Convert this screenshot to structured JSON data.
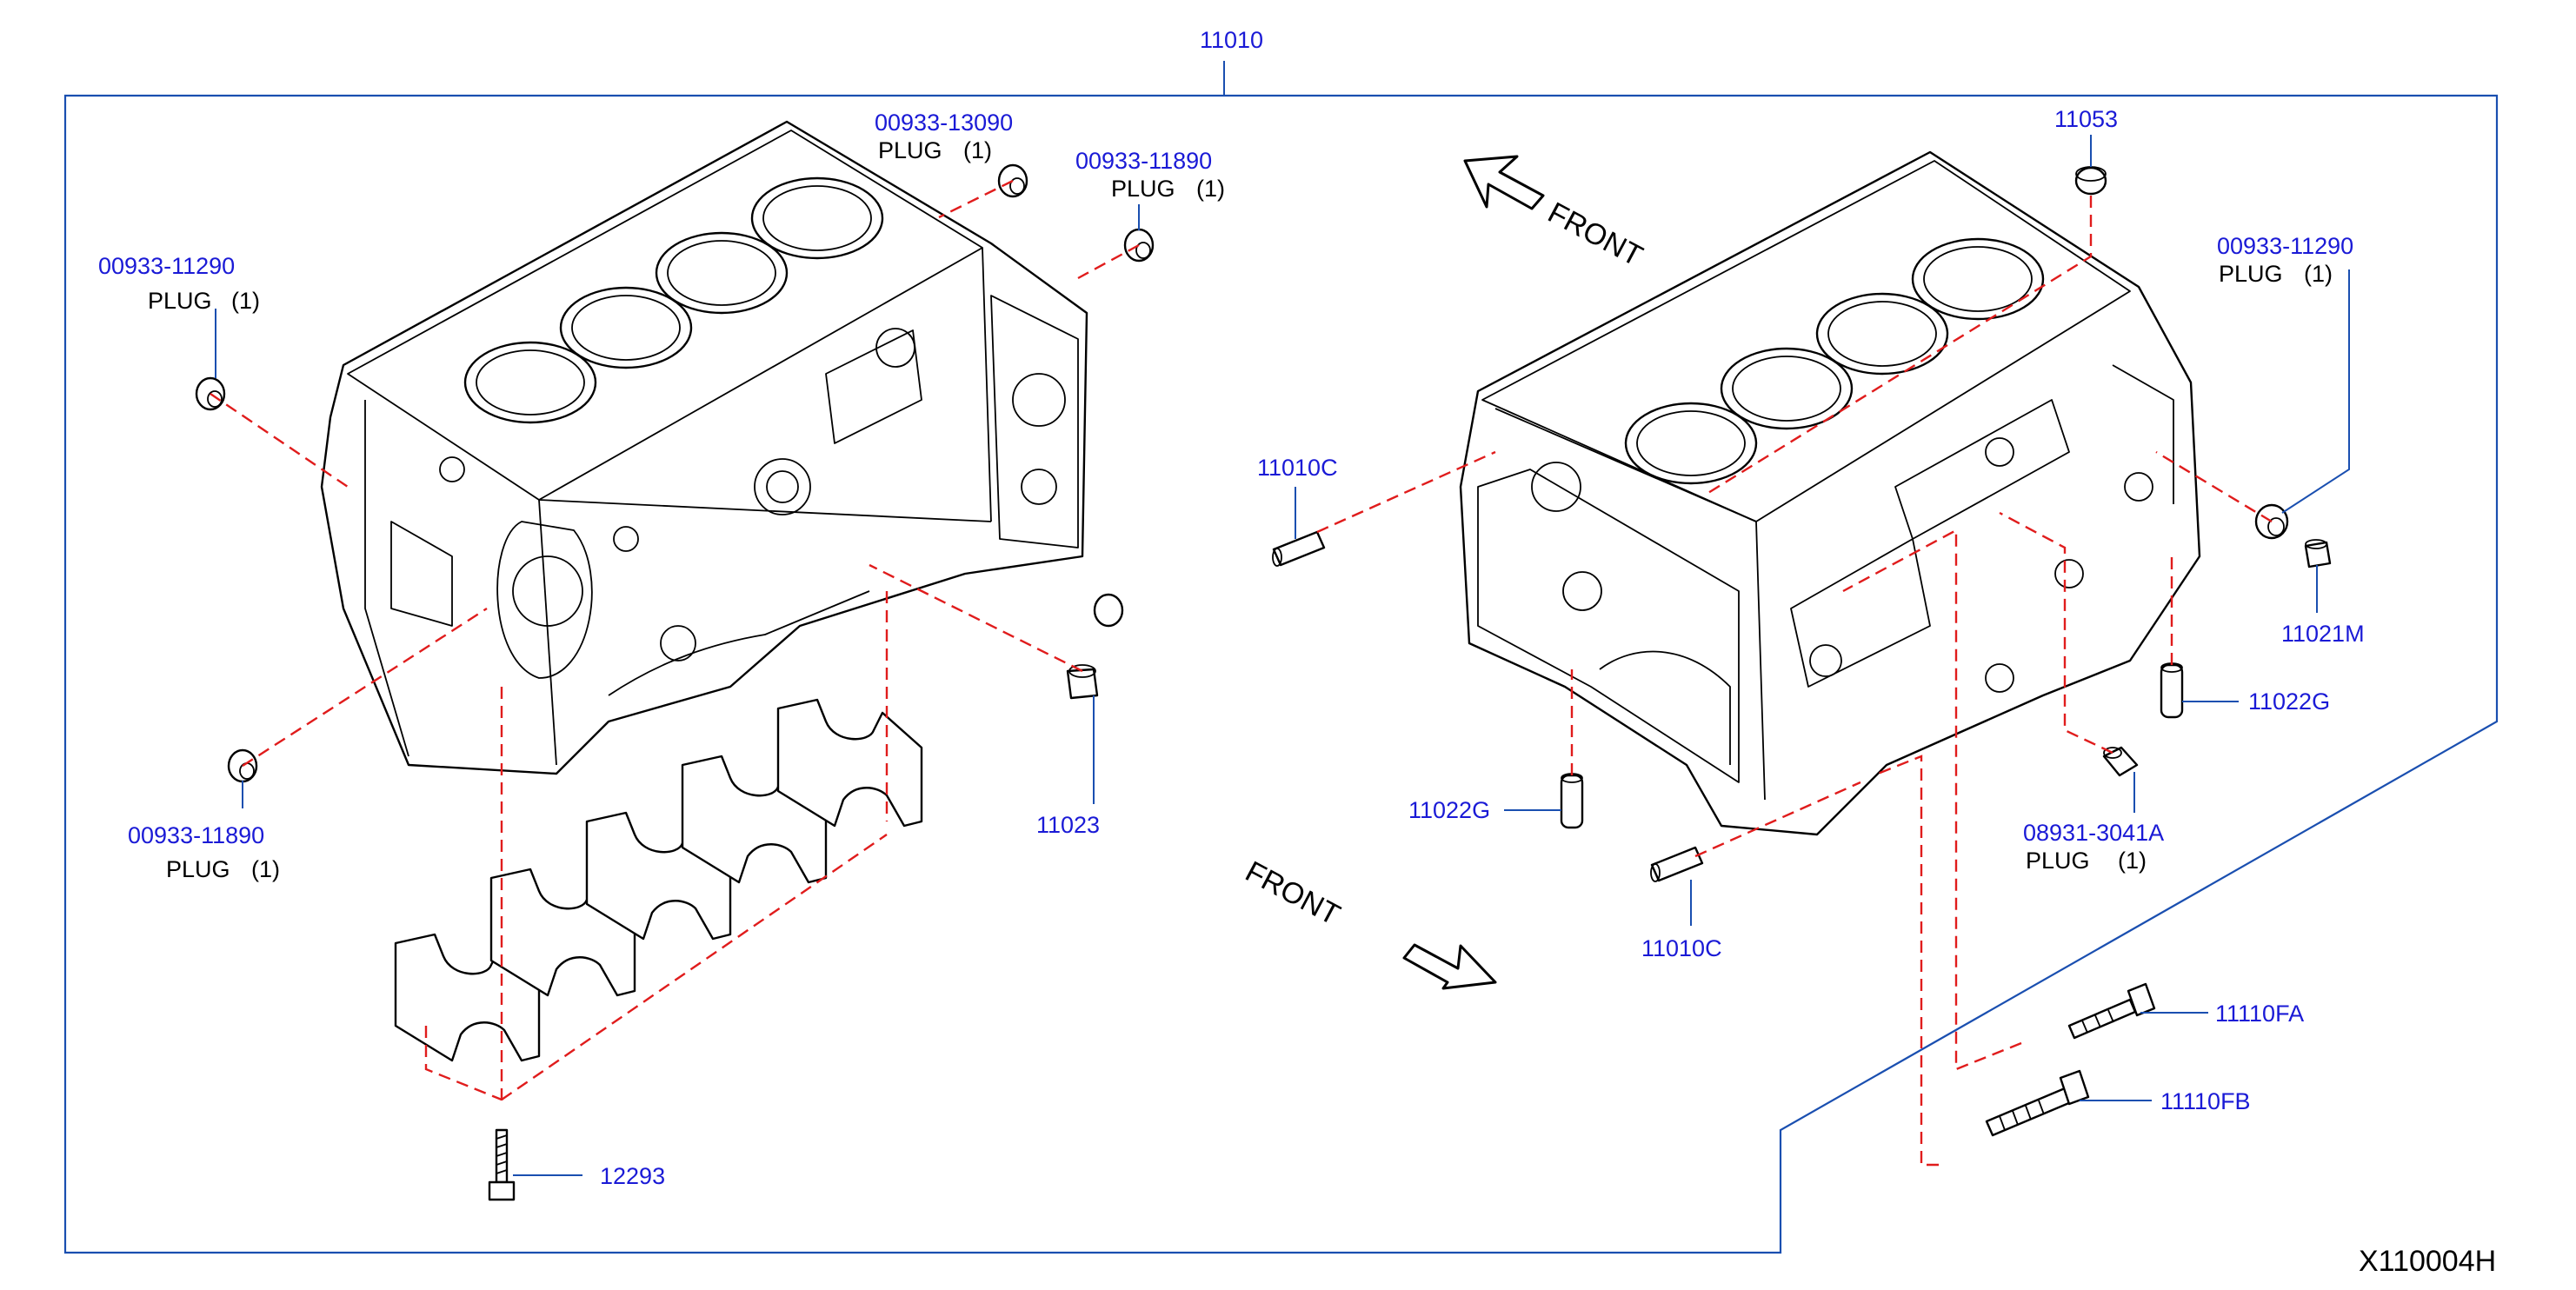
{
  "diagram_id": "X110004H",
  "colors": {
    "label_text": "#1a1ad6",
    "frame": "#1a4fb0",
    "dashed_guide": "#e01c1c",
    "line_art": "#000000"
  },
  "labels": {
    "top_part": "11010",
    "plug_13090": {
      "part": "00933-13090",
      "name": "PLUG",
      "qty": "(1)"
    },
    "plug_11890_top": {
      "part": "00933-11890",
      "name": "PLUG",
      "qty": "(1)"
    },
    "plug_11290_left": {
      "part": "00933-11290",
      "name": "PLUG",
      "qty": "(1)"
    },
    "plug_11890_bottom": {
      "part": "00933-11890",
      "name": "PLUG",
      "qty": "(1)"
    },
    "part_11023": "11023",
    "part_12293": "12293",
    "part_11053": "11053",
    "plug_11290_right": {
      "part": "00933-11290",
      "name": "PLUG",
      "qty": "(1)"
    },
    "part_11010C_upper": "11010C",
    "part_11021M": "11021M",
    "part_11022G_right": "11022G",
    "part_11022G_left": "11022G",
    "plug_3041A": {
      "part": "08931-3041A",
      "name": "PLUG",
      "qty": "(1)"
    },
    "part_11010C_lower": "11010C",
    "part_11110FA": "11110FA",
    "part_11110FB": "11110FB",
    "front_upper": "FRONT",
    "front_lower": "FRONT"
  }
}
